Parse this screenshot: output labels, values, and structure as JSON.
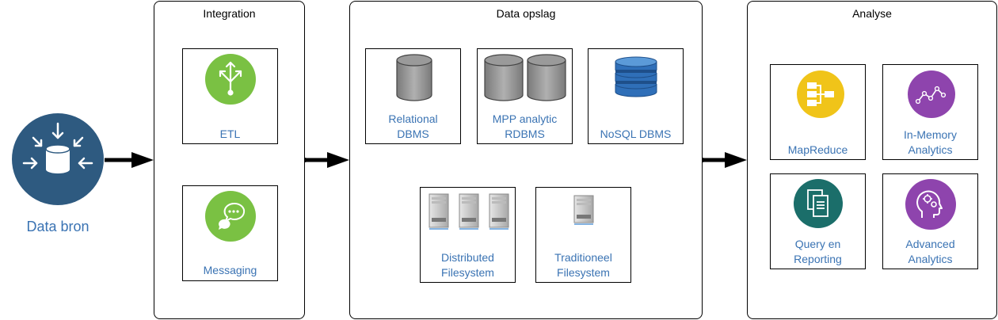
{
  "source": {
    "label": "Data bron",
    "icon": "database-inflow-icon"
  },
  "integration": {
    "title": "Integration",
    "items": [
      {
        "label": "ETL",
        "icon": "etl-icon"
      },
      {
        "label": "Messaging",
        "icon": "messaging-icon"
      }
    ]
  },
  "storage": {
    "title": "Data opslag",
    "items": [
      {
        "label": "Relational\nDBMS",
        "icon": "database-cylinder-icon"
      },
      {
        "label": "MPP analytic\nRDBMS",
        "icon": "double-database-icon"
      },
      {
        "label": "NoSQL DBMS",
        "icon": "nosql-stack-icon"
      },
      {
        "label": "Distributed\nFilesystem",
        "icon": "server-cluster-icon"
      },
      {
        "label": "Traditioneel\nFilesystem",
        "icon": "single-server-icon"
      }
    ]
  },
  "analysis": {
    "title": "Analyse",
    "items": [
      {
        "label": "MapReduce",
        "icon": "mapreduce-icon"
      },
      {
        "label": "In-Memory\nAnalytics",
        "icon": "in-memory-analytics-icon"
      },
      {
        "label": "Query en\nReporting",
        "icon": "query-reporting-icon"
      },
      {
        "label": "Advanced\nAnalytics",
        "icon": "advanced-analytics-icon"
      }
    ]
  },
  "colors": {
    "source_blue": "#2e5a80",
    "label_blue": "#3a73b3",
    "etl_green": "#7ac143",
    "mapreduce_yellow": "#f0c419",
    "analytics_purple": "#8e44ad",
    "query_teal": "#1b6e6a"
  }
}
